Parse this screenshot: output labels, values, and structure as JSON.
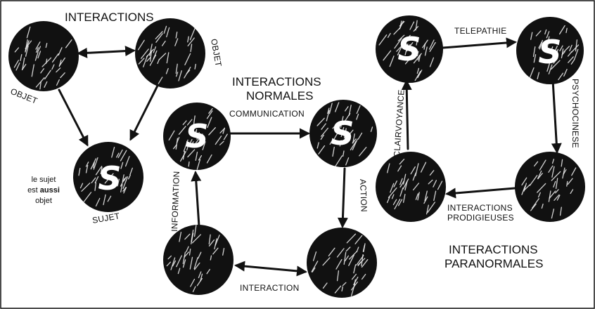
{
  "colors": {
    "ink": "#111111",
    "paper": "#ffffff"
  },
  "titles": {
    "interactions": "INTERACTIONS",
    "normales_line1": "INTERACTIONS",
    "normales_line2": "NORMALES",
    "paranormales_line1": "INTERACTIONS",
    "paranormales_line2": "PARANORMALES"
  },
  "left": {
    "objet_left": "OBJET",
    "objet_right": "OBJET",
    "sujet": "SUJET",
    "subject_letter": "S",
    "note_line1": "le sujet",
    "note_line2_prefix": "est ",
    "note_line2_bold": "aussi",
    "note_line3": "objet"
  },
  "normales": {
    "communication": "COMMUNICATION",
    "action": "ACTION",
    "information": "INFORMATION",
    "interaction": "INTERACTION",
    "subject_letter_a": "S",
    "subject_letter_b": "S"
  },
  "paranormales": {
    "telepathie": "TELEPATHIE",
    "psychocinese": "PSYCHOCINESE",
    "clairvoyance": "CLAIRVOYANCE",
    "prodigieuses_line1": "INTERACTIONS",
    "prodigieuses_line2": "PRODIGIEUSES",
    "subject_letter_a": "S",
    "subject_letter_b": "S"
  }
}
